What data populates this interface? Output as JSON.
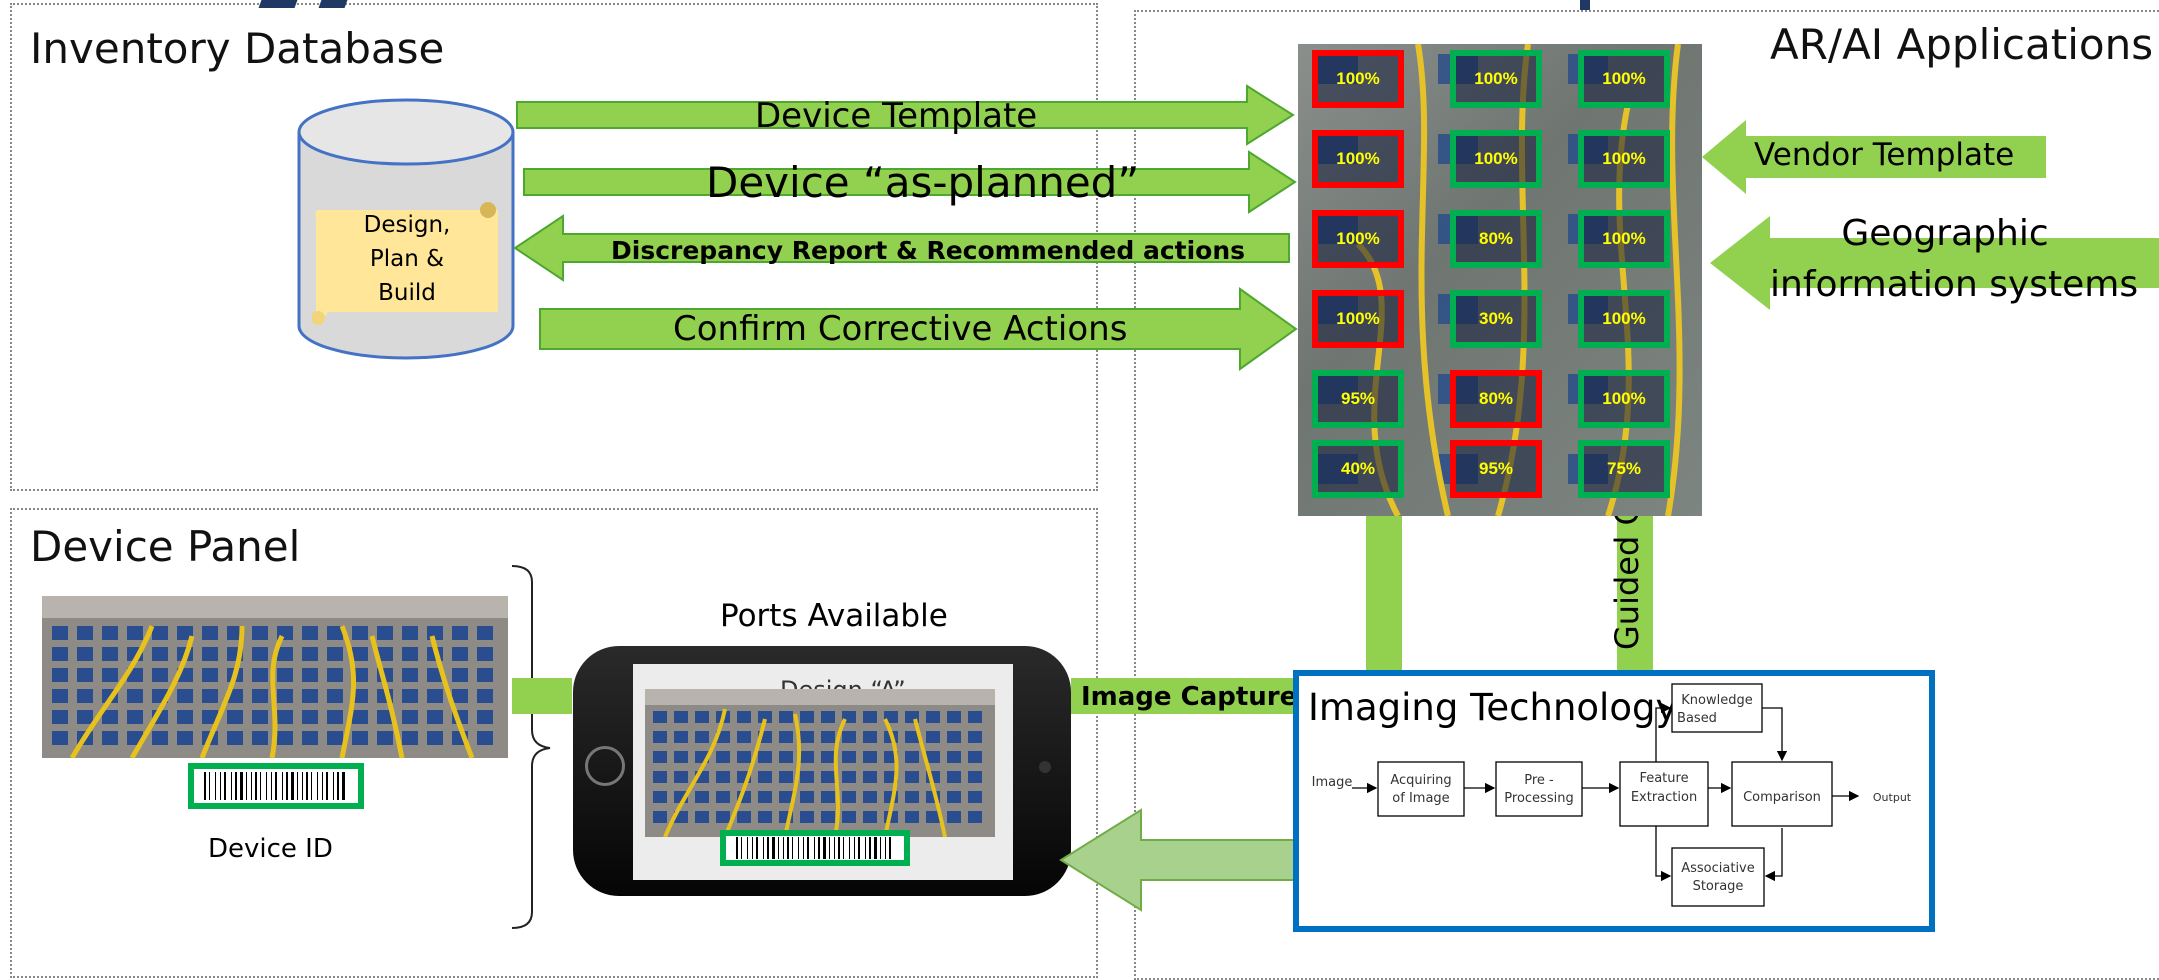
{
  "inventory": {
    "title": "Inventory Database",
    "db_label": [
      "Design,",
      "Plan &",
      "Build"
    ]
  },
  "arrows": {
    "device_template": "Device Template",
    "device_as_planned": "Device “as-planned”",
    "discrepancy": "Discrepancy Report & Recommended actions",
    "confirm": "Confirm Corrective Actions",
    "vendor_template": "Vendor Template",
    "geographic": [
      "Geographic",
      "information systems"
    ],
    "image_capture": "Image Capture",
    "guided": "Guided C"
  },
  "ar": {
    "title": "AR/AI Applications",
    "cells": [
      {
        "text": "100%",
        "status": "red"
      },
      {
        "text": "100%",
        "status": "green"
      },
      {
        "text": "100%",
        "status": "green"
      },
      {
        "text": "100%",
        "status": "red"
      },
      {
        "text": "100%",
        "status": "green"
      },
      {
        "text": "100%",
        "status": "green"
      },
      {
        "text": "100%",
        "status": "red"
      },
      {
        "text": "80%",
        "status": "green"
      },
      {
        "text": "100%",
        "status": "green"
      },
      {
        "text": "100%",
        "status": "red"
      },
      {
        "text": "30%",
        "status": "green"
      },
      {
        "text": "100%",
        "status": "green"
      },
      {
        "text": "95%",
        "status": "green"
      },
      {
        "text": "80%",
        "status": "red"
      },
      {
        "text": "100%",
        "status": "green"
      },
      {
        "text": "40%",
        "status": "green"
      },
      {
        "text": "95%",
        "status": "red"
      },
      {
        "text": "75%",
        "status": "green"
      }
    ]
  },
  "device_panel": {
    "title": "Device Panel",
    "device_id": "Device ID",
    "ports_available": "Ports Available",
    "phone_screen_text": "Design “A”"
  },
  "imaging": {
    "title": "Imaging Technology",
    "image": "Image",
    "acquiring": [
      "Acquiring",
      "of Image"
    ],
    "preprocessing": [
      "Pre -",
      "Processing"
    ],
    "feature": [
      "Feature",
      "Extraction"
    ],
    "comparison": "Comparison",
    "output": "Output",
    "knowledge": [
      "Knowledge",
      "Based"
    ],
    "associative": [
      "Associative",
      "Storage"
    ]
  },
  "colors": {
    "arrow_green": "#92d050",
    "arrow_border": "#4ea72e",
    "box_red": "#ff0000",
    "box_green": "#00b050",
    "percent_yellow": "#ffff00",
    "imaging_border": "#0070c0",
    "db_fill": "#d9d9d9",
    "db_border": "#4472c4",
    "note_fill": "#ffe699"
  }
}
